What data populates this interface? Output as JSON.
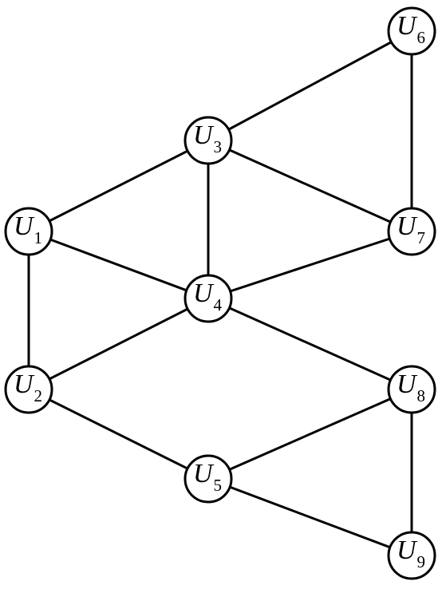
{
  "diagram": {
    "type": "undirected-graph",
    "nodes": [
      {
        "id": "U1",
        "base": "U",
        "sub": "1"
      },
      {
        "id": "U2",
        "base": "U",
        "sub": "2"
      },
      {
        "id": "U3",
        "base": "U",
        "sub": "3"
      },
      {
        "id": "U4",
        "base": "U",
        "sub": "4"
      },
      {
        "id": "U5",
        "base": "U",
        "sub": "5"
      },
      {
        "id": "U6",
        "base": "U",
        "sub": "6"
      },
      {
        "id": "U7",
        "base": "U",
        "sub": "7"
      },
      {
        "id": "U8",
        "base": "U",
        "sub": "8"
      },
      {
        "id": "U9",
        "base": "U",
        "sub": "9"
      }
    ],
    "edges": [
      [
        "U1",
        "U3"
      ],
      [
        "U1",
        "U4"
      ],
      [
        "U1",
        "U2"
      ],
      [
        "U3",
        "U4"
      ],
      [
        "U3",
        "U6"
      ],
      [
        "U3",
        "U7"
      ],
      [
        "U6",
        "U7"
      ],
      [
        "U7",
        "U4"
      ],
      [
        "U4",
        "U2"
      ],
      [
        "U4",
        "U8"
      ],
      [
        "U2",
        "U5"
      ],
      [
        "U5",
        "U8"
      ],
      [
        "U5",
        "U9"
      ],
      [
        "U8",
        "U9"
      ]
    ]
  }
}
